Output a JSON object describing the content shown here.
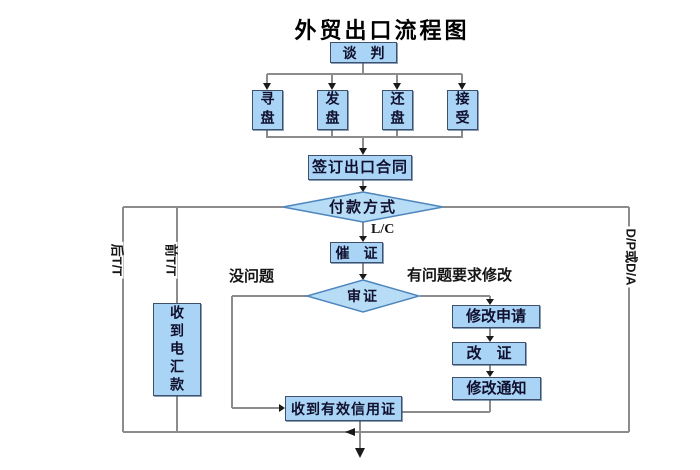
{
  "title": "外贸出口流程图",
  "colors": {
    "box_fill": "#a9d4f5",
    "box_border": "#40506a",
    "diamond_fill": "#b7dcf6",
    "diamond_border": "#4e86bd",
    "line": "#8c8c8c",
    "arrow": "#1a1a1a",
    "text": "#10102e",
    "background": "#ffffff"
  },
  "nodes": {
    "negotiation": "谈　判",
    "inquiry": "寻盘",
    "offer": "发盘",
    "counter_offer": "还盘",
    "acceptance": "接受",
    "sign_contract": "签订出口合同",
    "payment_method": "付款方式",
    "urge_cert": "催　证",
    "review_cert": "审证",
    "amend_request": "修改申请",
    "amend_cert": "改　证",
    "amend_notice": "修改通知",
    "receive_valid_lc": "收到有效信用证",
    "receive_tt": "收到电汇款"
  },
  "labels": {
    "lc": "L/C",
    "no_problem": "没问题",
    "has_problem": "有问题要求修改",
    "post_tt": "后T/T",
    "pre_tt": "前T/T",
    "dp_or_da": "D/P或D/A"
  }
}
